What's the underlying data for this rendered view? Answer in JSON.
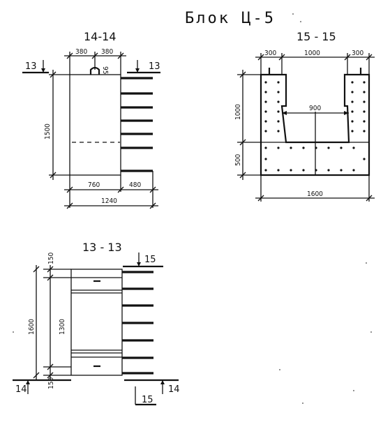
{
  "title": "Блок Ц-5",
  "sections": {
    "s14": {
      "label": "14-14",
      "cut_mark": "13",
      "dims": {
        "top_left": "380",
        "top_right": "380",
        "hook": "95",
        "height": "1500",
        "bottom_left": "760",
        "bottom_right": "480",
        "total": "1240"
      }
    },
    "s15": {
      "label": "15 - 15",
      "dims": {
        "top_left": "300",
        "top_mid": "1000",
        "top_right": "300",
        "inner": "900",
        "height_upper": "1000",
        "height_lower": "500",
        "width": "1600"
      }
    },
    "s13": {
      "label": "13 - 13",
      "cut_mark_top": "15",
      "cut_mark_bottom": "15",
      "cut_mark_left": "14",
      "cut_mark_right": "14",
      "dims": {
        "top": "150",
        "middle": "1300",
        "bottom": "150",
        "total": "1600"
      }
    }
  }
}
